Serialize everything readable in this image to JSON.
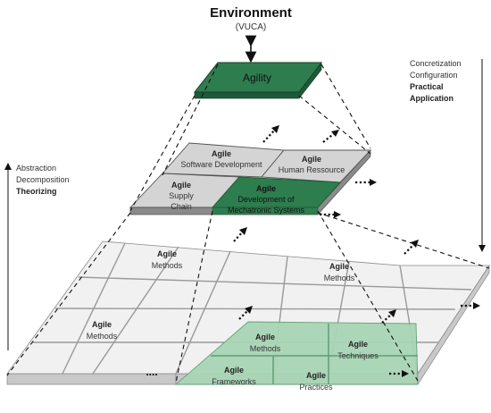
{
  "header": {
    "title": "Environment",
    "subtitle": "(VUCA)"
  },
  "left_axis": {
    "line1": "Abstraction",
    "line2": "Decomposition",
    "line3": "Theorizing"
  },
  "right_axis": {
    "line1": "Concretization",
    "line2": "Configuration",
    "line3a": "Practical",
    "line3b": "Application"
  },
  "top_tile": {
    "label": "Agility"
  },
  "middle_tiles": {
    "software": {
      "title": "Agile",
      "desc": "Software Development"
    },
    "hr": {
      "title": "Agile",
      "desc": "Human Ressource"
    },
    "supply": {
      "title": "Agile",
      "desc1": "Supply",
      "desc2": "Chain"
    },
    "mechatronic": {
      "title": "Agile",
      "desc1": "Development of",
      "desc2": "Mechatronic Systems"
    }
  },
  "bottom_labels": {
    "methods_a": {
      "title": "Agile",
      "desc": "Methods"
    },
    "methods_b": {
      "title": "Agile",
      "desc": "Methods"
    },
    "methods_c": {
      "title": "Agile",
      "desc": "Methods"
    },
    "methods_d": {
      "title": "Agile",
      "desc": "Methods"
    },
    "techniques": {
      "title": "Agile",
      "desc": "Techniques"
    },
    "frameworks": {
      "title": "Agile",
      "desc": "Frameworks"
    },
    "practices": {
      "title": "Agile",
      "desc": "Practices"
    }
  },
  "ellipsis": "....",
  "colors": {
    "dark_green": "#2e7d4f",
    "light_green": "#a9d5b5",
    "gray": "#d4d4d4",
    "light_gray": "#f2f2f2"
  }
}
